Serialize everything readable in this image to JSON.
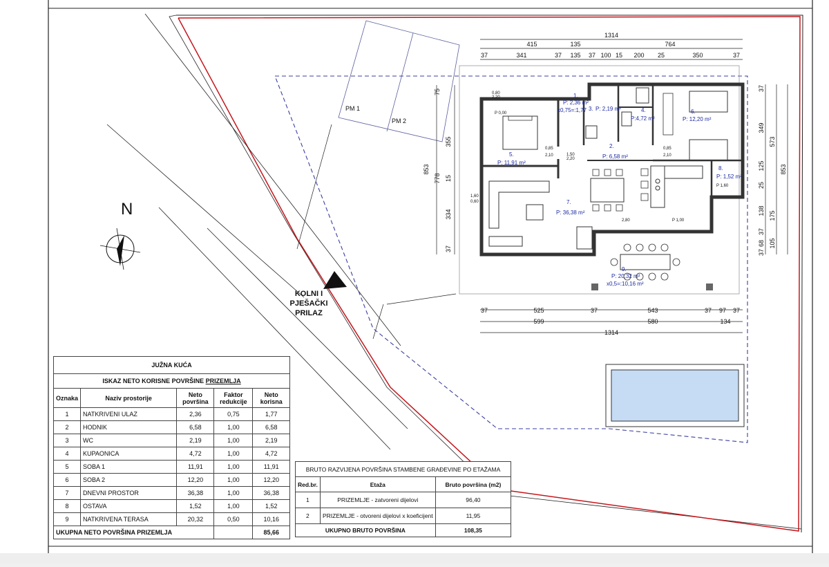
{
  "plan": {
    "north_label": "N",
    "access_label": [
      "KOLNI I",
      "PJEŠAČKI",
      "PRILAZ"
    ],
    "parking": [
      "PM 1",
      "PM 2"
    ],
    "dims_top": {
      "total": "1314",
      "row2": [
        "415",
        "135",
        "764"
      ],
      "row3": [
        "37",
        "341",
        "37",
        "135",
        "37",
        "100",
        "15",
        "200",
        "25",
        "350",
        "37"
      ]
    },
    "dims_bottom": {
      "row1": [
        "37",
        "525",
        "37",
        "543",
        "37",
        "97",
        "37"
      ],
      "row2": [
        "599",
        "580",
        "134"
      ],
      "total": "1314"
    },
    "dims_left": [
      "75",
      "355",
      "15",
      "334",
      "37",
      "778",
      "853"
    ],
    "dims_right": [
      "37",
      "349",
      "125",
      "25",
      "138",
      "37",
      "68",
      "37",
      "175",
      "105",
      "573",
      "853"
    ],
    "rooms": {
      "r1": [
        "1.",
        "P: 2,36 m²",
        "x0,75=:1,77"
      ],
      "r2": [
        "2.",
        "P: 6,58 m²"
      ],
      "r3": [
        "3.",
        "P: 2,19 m²"
      ],
      "r4": [
        "4.",
        "P:4,72 m²"
      ],
      "r5": [
        "5.",
        "P: 11,91 m²"
      ],
      "r6": [
        "6.",
        "P: 12,20 m²"
      ],
      "r7": [
        "7.",
        "P: 36,38 m²"
      ],
      "r8": [
        "8.",
        "P: 1,52 m²"
      ],
      "r9": [
        "9.",
        "P: 20,32 m²",
        "x0,5=:10,16 m²"
      ]
    },
    "window_marks": [
      "0,80",
      "2,20",
      "P 0,00",
      "1,60",
      "0,60",
      "0,85",
      "2,10",
      "1,50",
      "2,20",
      "2,80",
      "P 1,00",
      "P 1,60"
    ]
  },
  "table1": {
    "title": "JUŽNA KUĆA",
    "subtitle_pre": "ISKAZ NETO KORISNE POVRŠINE ",
    "subtitle_u": "PRIZEMLJA",
    "headers": [
      "Oznaka",
      "Naziv prostorije",
      "Neto površina",
      "Faktor redukcije",
      "Neto korisna"
    ],
    "rows": [
      [
        "1",
        "NATKRIVENI ULAZ",
        "2,36",
        "0,75",
        "1,77"
      ],
      [
        "2",
        "HODNIK",
        "6,58",
        "1,00",
        "6,58"
      ],
      [
        "3",
        "WC",
        "2,19",
        "1,00",
        "2,19"
      ],
      [
        "4",
        "KUPAONICA",
        "4,72",
        "1,00",
        "4,72"
      ],
      [
        "5",
        "SOBA 1",
        "11,91",
        "1,00",
        "11,91"
      ],
      [
        "6",
        "SOBA 2",
        "12,20",
        "1,00",
        "12,20"
      ],
      [
        "7",
        "DNEVNI PROSTOR",
        "36,38",
        "1,00",
        "36,38"
      ],
      [
        "8",
        "OSTAVA",
        "1,52",
        "1,00",
        "1,52"
      ],
      [
        "9",
        "NATKRIVENA TERASA",
        "20,32",
        "0,50",
        "10,16"
      ]
    ],
    "total_label": "UKUPNA NETO POVRŠINA PRIZEMLJA",
    "total_value": "85,66"
  },
  "table2": {
    "title": "BRUTO RAZVIJENA POVRŠINA STAMBENE GRAĐEVINE PO ETAŽAMA",
    "headers": [
      "Red.br.",
      "Etaža",
      "Bruto površina (m2)"
    ],
    "rows": [
      [
        "1",
        "PRIZEMLJE - zatvoreni dijelovi",
        "96,40"
      ],
      [
        "2",
        "PRIZEMLJE - otvoreni dijelovi x koeficijent",
        "11,95"
      ]
    ],
    "total_label": "UKUPNO BRUTO POVRŠINA",
    "total_value": "108,35"
  },
  "colors": {
    "boundary": "#c4161c",
    "dashed": "#3b3f9e",
    "wall": "#333333",
    "pool": "#c5dcf4"
  }
}
